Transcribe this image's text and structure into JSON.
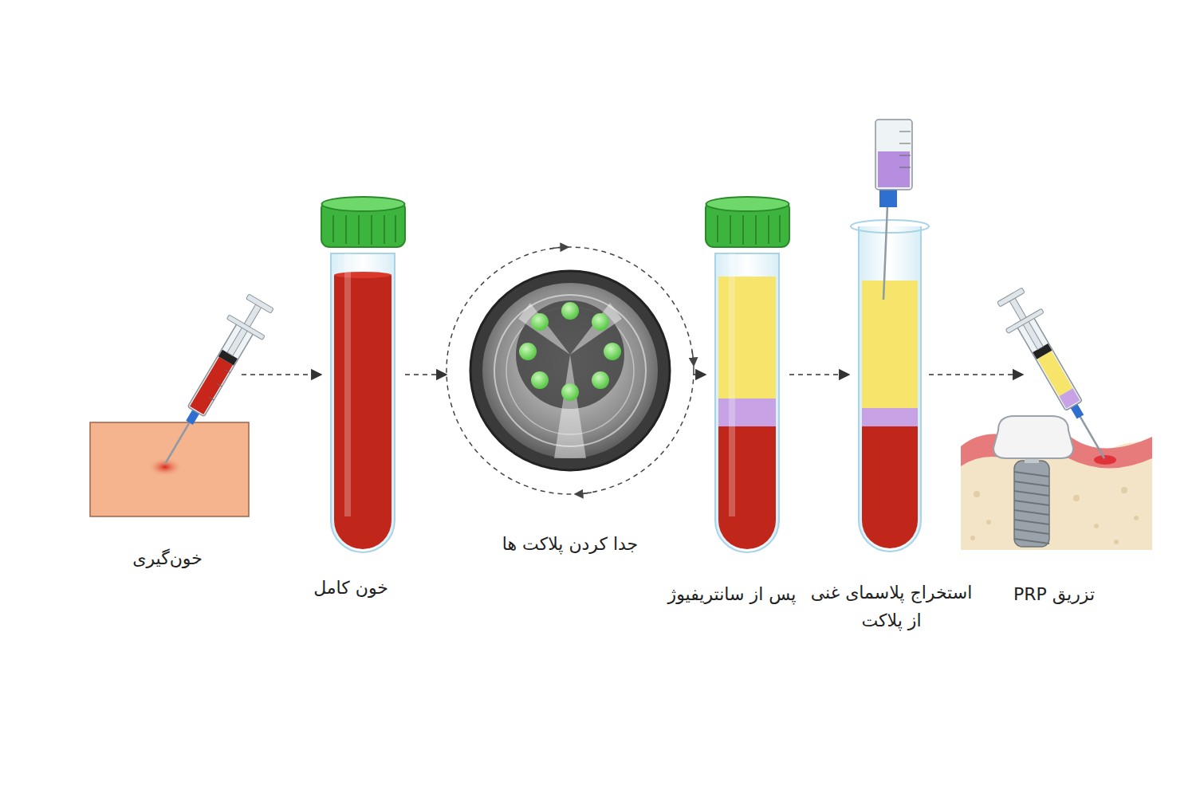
{
  "diagram": {
    "nodes": [
      {
        "text": [
          "خون‌گیری"
        ]
      },
      {
        "text": [
          "خون کامل"
        ]
      },
      {
        "text": [
          "جدا کردن پلاکت ها"
        ]
      },
      {
        "text": [
          "پس از سانتریفیوژ"
        ]
      },
      {
        "text": [
          "استخراج پلاسمای غنی از پلاکت"
        ]
      },
      {
        "text": [
          "تزریق PRP"
        ]
      }
    ],
    "edges": [
      {
        "from": 0,
        "to": 1,
        "arrow": "to"
      },
      {
        "from": 1,
        "to": 2,
        "arrow": "to"
      },
      {
        "from": 2,
        "to": 3,
        "arrow": "to"
      },
      {
        "from": 3,
        "to": 4,
        "arrow": "to"
      },
      {
        "from": 4,
        "to": 5,
        "arrow": "to"
      }
    ]
  }
}
